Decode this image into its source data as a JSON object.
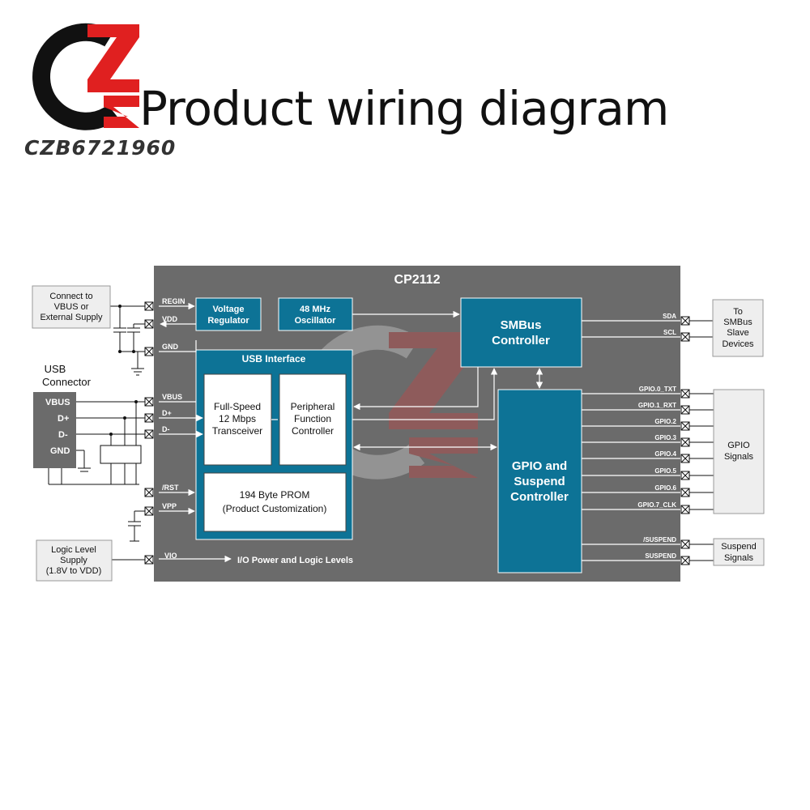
{
  "header": {
    "title": "Product wiring diagram",
    "brand": "CZB6721960"
  },
  "chip": {
    "name": "CP2112",
    "colors": {
      "body": "#6b6b6b",
      "block": "#0d7396",
      "inner": "#ffffff",
      "signal": "#ffffff",
      "external_box": "#eeeeee"
    },
    "blocks": {
      "voltage_regulator": [
        "Voltage",
        "Regulator"
      ],
      "oscillator": [
        "48 MHz",
        "Oscillator"
      ],
      "usb_interface": "USB Interface",
      "transceiver": [
        "Full-Speed",
        "12 Mbps",
        "Transceiver"
      ],
      "peripheral": [
        "Peripheral",
        "Function",
        "Controller"
      ],
      "prom": [
        "194 Byte PROM",
        "(Product Customization)"
      ],
      "smbus": [
        "SMBus",
        "Controller"
      ],
      "gpio": [
        "GPIO and",
        "Suspend",
        "Controller"
      ],
      "io_power": "I/O Power and Logic Levels"
    },
    "left_pins": [
      "REGIN",
      "VDD",
      "GND",
      "VBUS",
      "D+",
      "D-",
      "/RST",
      "VPP",
      "VIO"
    ],
    "right_pins": [
      "SDA",
      "SCL",
      "GPIO.0_TXT",
      "GPIO.1_RXT",
      "GPIO.2",
      "GPIO.3",
      "GPIO.4",
      "GPIO.5",
      "GPIO.6",
      "GPIO.7_CLK",
      "/SUSPEND",
      "SUSPEND"
    ]
  },
  "external": {
    "supply": [
      "Connect to",
      "VBUS or",
      "External Supply"
    ],
    "usb_title": [
      "USB",
      "Connector"
    ],
    "usb_pins": [
      "VBUS",
      "D+",
      "D-",
      "GND"
    ],
    "logic_supply": [
      "Logic Level",
      "Supply",
      "(1.8V to VDD)"
    ],
    "smbus_devices": [
      "To",
      "SMBus",
      "Slave",
      "Devices"
    ],
    "gpio_signals": [
      "GPIO",
      "Signals"
    ],
    "suspend_signals": [
      "Suspend",
      "Signals"
    ]
  },
  "watermark": {
    "icon": "czb-logo-watermark"
  },
  "logo": {
    "icon": "czb-logo",
    "colors": {
      "c": "#111111",
      "z": "#e02020"
    }
  }
}
